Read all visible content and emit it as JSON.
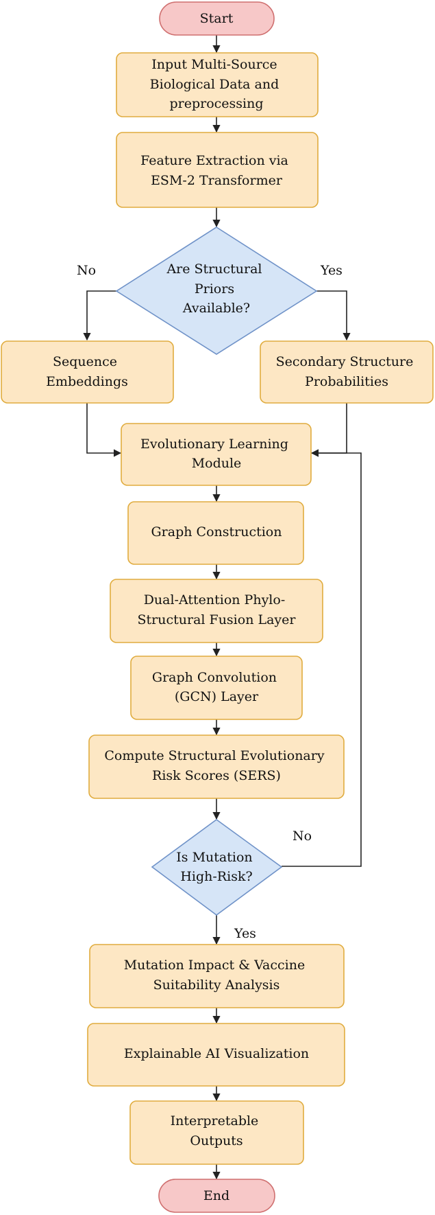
{
  "nodes": {
    "start": {
      "lines": [
        "Start"
      ]
    },
    "input": {
      "lines": [
        "Input Multi-Source",
        "Biological Data and",
        "preprocessing"
      ]
    },
    "feature": {
      "lines": [
        "Feature Extraction via",
        "ESM-2 Transformer"
      ]
    },
    "decision1": {
      "lines": [
        "Are Structural",
        "Priors",
        "Available?"
      ]
    },
    "seq": {
      "lines": [
        "Sequence",
        "Embeddings"
      ]
    },
    "secondary": {
      "lines": [
        "Secondary Structure",
        "Probabilities"
      ]
    },
    "evo": {
      "lines": [
        "Evolutionary Learning",
        "Module"
      ]
    },
    "graph": {
      "lines": [
        "Graph Construction"
      ]
    },
    "dual": {
      "lines": [
        "Dual-Attention Phylo-",
        "Structural Fusion Layer"
      ]
    },
    "gcn": {
      "lines": [
        "Graph Convolution",
        "(GCN) Layer"
      ]
    },
    "sers": {
      "lines": [
        "Compute Structural Evolutionary",
        "Risk Scores (SERS)"
      ]
    },
    "decision2": {
      "lines": [
        "Is Mutation",
        "High-Risk?"
      ]
    },
    "impact": {
      "lines": [
        "Mutation Impact & Vaccine",
        "Suitability Analysis"
      ]
    },
    "xai": {
      "lines": [
        "Explainable AI Visualization"
      ]
    },
    "outputs": {
      "lines": [
        "Interpretable",
        "Outputs"
      ]
    },
    "end": {
      "lines": [
        "End"
      ]
    }
  },
  "edge_labels": {
    "no_left": "No",
    "yes_right": "Yes",
    "no_loop": "No",
    "yes_down": "Yes"
  }
}
